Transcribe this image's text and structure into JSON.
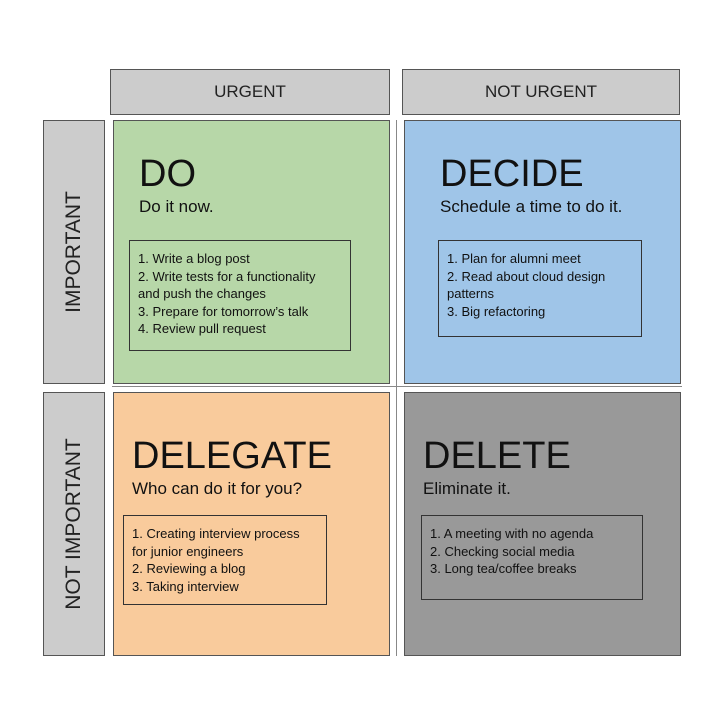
{
  "colors": {
    "do": "#b7d7a8",
    "decide": "#9fc5e8",
    "delegate": "#f9cb9c",
    "delete": "#999999",
    "header": "#cccccc"
  },
  "headers": {
    "urgent": "URGENT",
    "not_urgent": "NOT URGENT",
    "important": "IMPORTANT",
    "not_important": "NOT IMPORTANT"
  },
  "quadrants": {
    "do": {
      "title": "DO",
      "subtitle": "Do it now.",
      "tasks": [
        "1. Write a blog post",
        "2. Write tests for a functionality",
        "and push the changes",
        "3. Prepare for tomorrow’s talk",
        "4. Review pull request"
      ]
    },
    "decide": {
      "title": "DECIDE",
      "subtitle": "Schedule a time to do it.",
      "tasks": [
        "1. Plan for alumni meet",
        "2. Read about cloud design",
        "patterns",
        "3. Big refactoring"
      ]
    },
    "delegate": {
      "title": "DELEGATE",
      "subtitle": "Who can do it for you?",
      "tasks": [
        "1. Creating interview process",
        "for junior engineers",
        "2. Reviewing a blog",
        "3. Taking interview"
      ]
    },
    "delete": {
      "title": "DELETE",
      "subtitle": "Eliminate it.",
      "tasks": [
        "1. A meeting with no agenda",
        "2. Checking social media",
        "3. Long tea/coffee breaks"
      ]
    }
  }
}
